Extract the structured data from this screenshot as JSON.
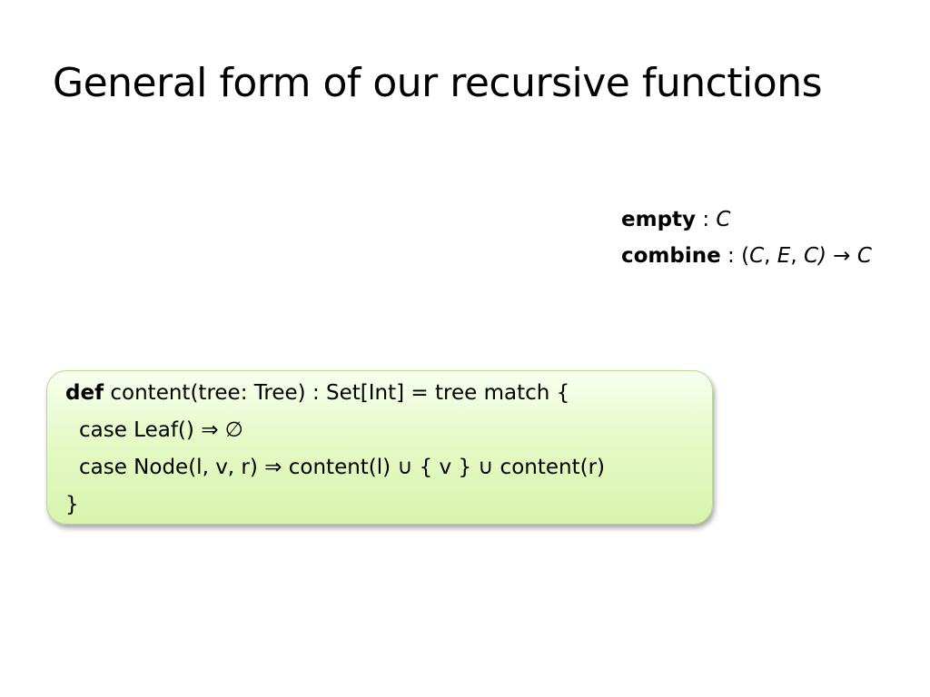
{
  "title": "General form of our recursive functions",
  "signature": {
    "empty": {
      "name": "empty",
      "sep": " : ",
      "type": "C"
    },
    "combine": {
      "name": "combine",
      "sep": " : (",
      "c1": "C",
      "comma1": ", ",
      "e": "E",
      "comma2": ", ",
      "c2": "C)",
      "arrow": " → ",
      "c3": "C"
    }
  },
  "code": {
    "keyword": "def",
    "line1_rest": " content(tree: Tree) : Set[Int] = tree match {",
    "line2": "case Leaf() ⇒ ∅",
    "line3": "case Node(l, v, r) ⇒ content(l) ∪ { v } ∪ content(r)",
    "line4": "}"
  },
  "colors": {
    "box_border": "#b7d88d",
    "box_fill_top": "#f8fff0",
    "box_fill_bottom": "#d8f4ad"
  }
}
